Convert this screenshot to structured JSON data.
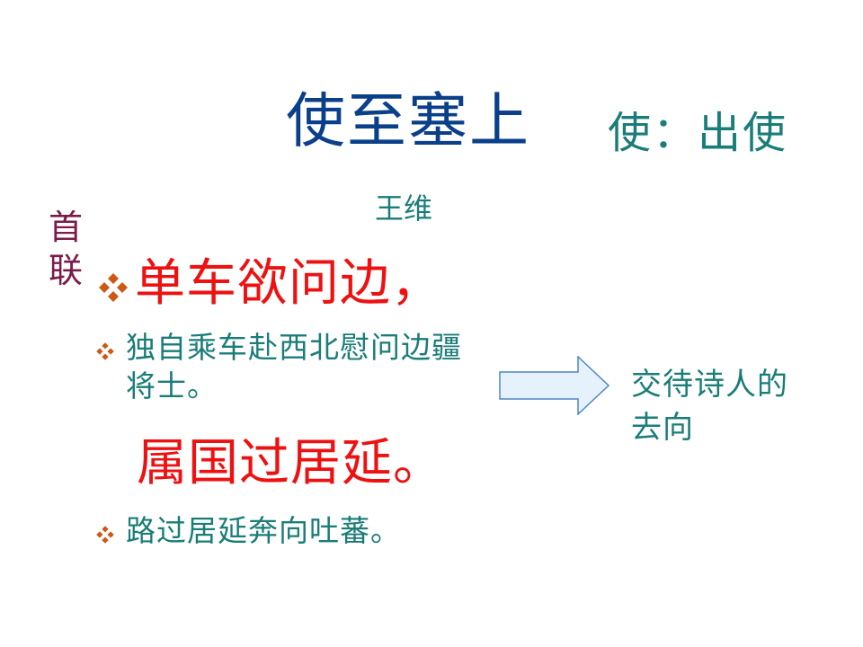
{
  "slide": {
    "title": "使至塞上",
    "title_note": "使：出使",
    "author": "王维",
    "section_label": "首联",
    "couplet_line_1": "单车欲问边，",
    "explanation_1": " 独自乘车赴西北慰问边疆将士。",
    "couplet_line_2": "属国过居延。",
    "explanation_2": "路过居延奔向吐蕃。",
    "side_note": "交待诗人的去向"
  },
  "colors": {
    "title": "#0a3f8a",
    "teal_text": "#1a7d78",
    "section_label": "#7a1c49",
    "poem_red": "#ee1111",
    "bullet": "#cc5a14",
    "arrow_fill": "#e6f2fb",
    "arrow_stroke": "#4f86c6"
  },
  "icons": {
    "bullet": "four-diamond-bullet-icon",
    "arrow": "right-arrow-icon"
  }
}
